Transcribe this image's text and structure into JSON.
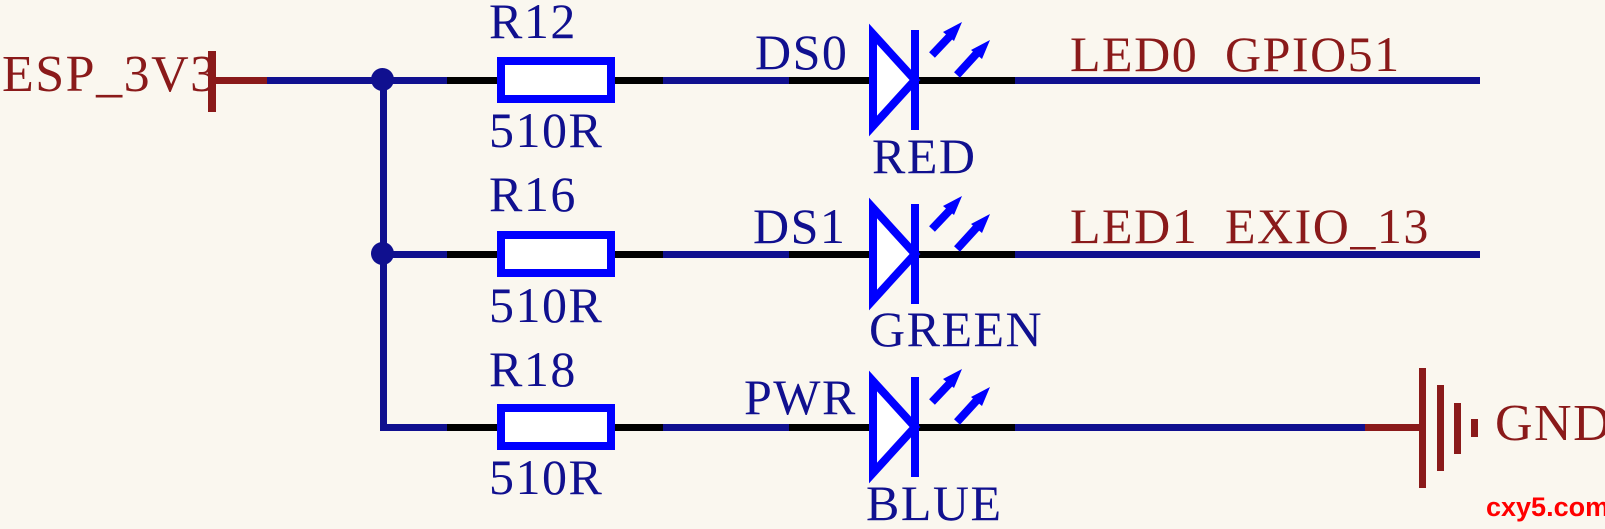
{
  "schematic": {
    "power_net": {
      "label": "ESP_3V3"
    },
    "ground": {
      "label": "GND"
    },
    "rows": [
      {
        "resistor": {
          "refdes": "R12",
          "value": "510R"
        },
        "led": {
          "designator": "DS0",
          "color": "RED"
        },
        "net": {
          "name": "LED0",
          "pin": "GPIO51"
        }
      },
      {
        "resistor": {
          "refdes": "R16",
          "value": "510R"
        },
        "led": {
          "designator": "DS1",
          "color": "GREEN"
        },
        "net": {
          "name": "LED1",
          "pin": "EXIO_13"
        }
      },
      {
        "resistor": {
          "refdes": "R18",
          "value": "510R"
        },
        "led": {
          "designator": "PWR",
          "color": "BLUE"
        }
      }
    ],
    "watermark": "cxy5.com",
    "colors": {
      "background": "#FAF7EF",
      "wire": "#10108F",
      "component": "#0000FF",
      "pin": "#000000",
      "net": "#8A1A1A",
      "watermark": "#FF0000"
    }
  }
}
